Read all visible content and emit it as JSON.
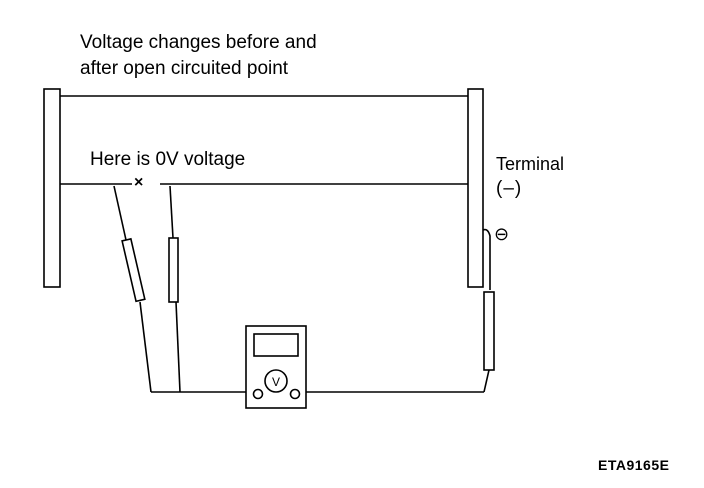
{
  "diagram": {
    "title_lines": [
      "Voltage changes before and",
      "after open circuited point"
    ],
    "open_point_label": "Here is 0V voltage",
    "break_marker": "×",
    "terminal_label": "Terminal",
    "terminal_sign": "(–)",
    "minus_symbol": "⊖",
    "meter_symbol": "V",
    "document_code": "ETA9165E"
  }
}
